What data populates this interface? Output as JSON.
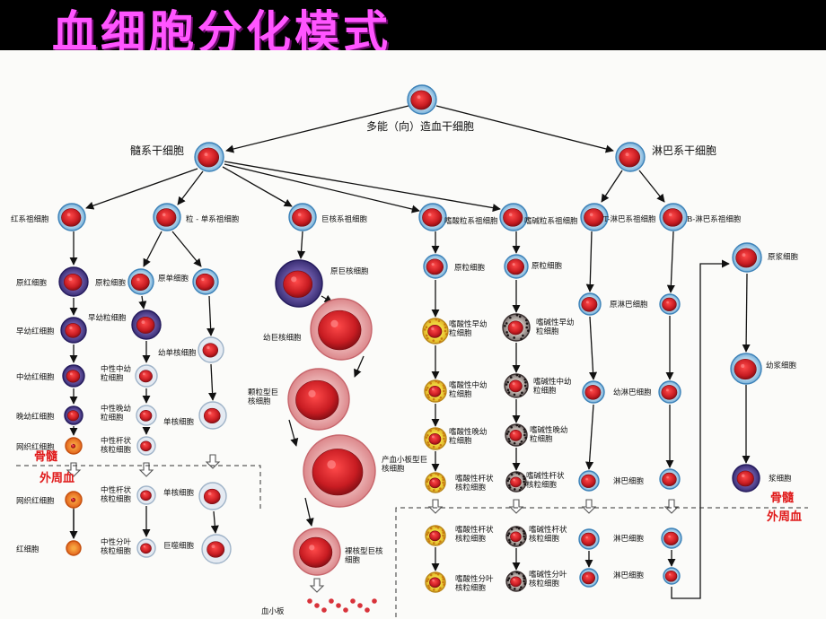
{
  "title": "血细胞分化模式",
  "colors": {
    "title": "#ff55ff",
    "boundary_label": "#e01a1a",
    "cell_nucleus": "#c81c22",
    "cytoplasm": "#9ecbe6"
  },
  "labels": {
    "stem": "多能（向）造血干细胞",
    "myeloid_stem": "髓系干细胞",
    "lymphoid_stem": "淋巴系干细胞",
    "ery_progenitor": "红系祖细胞",
    "gm_progenitor": "粒 - 单系祖细胞",
    "mk_progenitor": "巨核系祖细胞",
    "eo_progenitor": "嗜酸粒系祖细胞",
    "baso_progenitor": "嗜碱粒系祖细胞",
    "t_progenitor": "T-淋巴系祖细胞",
    "b_progenitor": "B-淋巴系祖细胞",
    "proerythroblast": "原红细胞",
    "early_erythroblast": "早幼红细胞",
    "mid_erythroblast": "中幼红细胞",
    "late_erythroblast": "晚幼红细胞",
    "reticulocyte_marrow": "网织红细胞",
    "reticulocyte_blood": "网织红细胞",
    "erythrocyte": "红细胞",
    "myeloblast": "原粒细胞",
    "promyelocyte": "早幼粒细胞",
    "monoblast": "原单细胞",
    "promonocyte": "幼单核细胞",
    "neut_myelocyte": "中性中幼粒细胞",
    "neut_metamyelocyte": "中性晚幼粒细胞",
    "neut_band_marrow": "中性杆状核粒细胞",
    "neut_band_blood": "中性杆状核粒细胞",
    "neut_seg": "中性分叶核粒细胞",
    "monocyte_marrow": "单核细胞",
    "monocyte_blood": "单核细胞",
    "macrophage": "巨噬细胞",
    "megakaryoblast": "原巨核细胞",
    "promegakaryocyte": "幼巨核细胞",
    "granular_mk": "颗粒型巨核细胞",
    "plt_producing_mk": "产血小板型巨核细胞",
    "naked_mk": "裸核型巨核细胞",
    "platelet": "血小板",
    "eo_myeloblast": "原粒细胞",
    "eo_promyelocyte": "嗜酸性早幼粒细胞",
    "eo_myelocyte": "嗜酸性中幼粒细胞",
    "eo_metamyelocyte": "嗜酸性晚幼粒细胞",
    "eo_band_marrow": "嗜酸性杆状核粒细胞",
    "eo_band_blood": "嗜酸性杆状核粒细胞",
    "eo_seg": "嗜酸性分叶核粒细胞",
    "baso_myeloblast": "原粒细胞",
    "baso_promyelocyte": "嗜碱性早幼粒细胞",
    "baso_myelocyte": "嗜碱性中幼粒细胞",
    "baso_metamyelocyte": "嗜碱性晚幼粒细胞",
    "baso_band_marrow": "嗜碱性杆状核粒细胞",
    "baso_band_blood": "嗜碱性杆状核粒细胞",
    "baso_seg": "嗜碱性分叶核粒细胞",
    "prolymphocyte": "原淋巴细胞",
    "young_lymphocyte": "幼淋巴细胞",
    "lymphocyte_marrow": "淋巴细胞",
    "lymphocyte_blood_1": "淋巴细胞",
    "lymphocyte_blood_2": "淋巴细胞",
    "plasmablast": "原浆细胞",
    "proplasmacyte": "幼浆细胞",
    "plasma_cell": "浆细胞",
    "marrow_left": "骨髓",
    "blood_left": "外周血",
    "marrow_right": "骨髓",
    "blood_right": "外周血"
  }
}
